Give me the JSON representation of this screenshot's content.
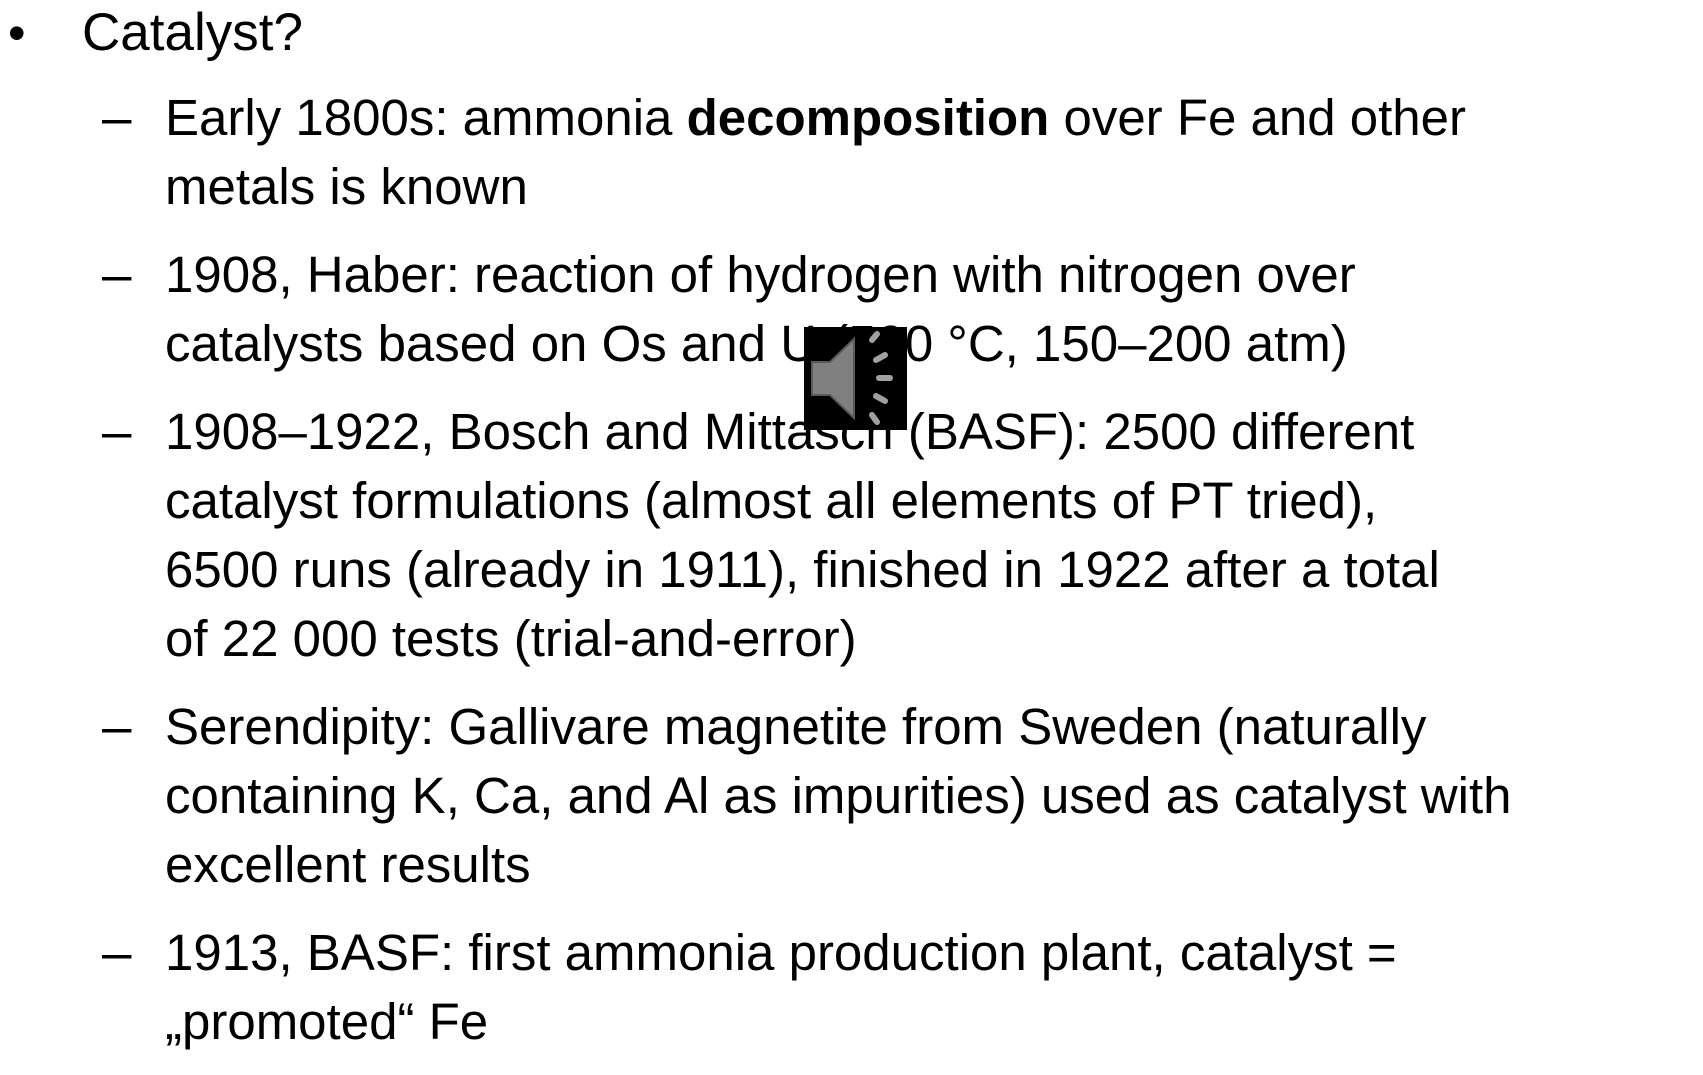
{
  "slide": {
    "bullet_glyph": "•",
    "dash_glyph": "–",
    "heading": "Catalyst?",
    "items": [
      {
        "lines": [
          [
            {
              "text": "Early 1800s: ammonia ",
              "bold": false
            },
            {
              "text": "decomposition",
              "bold": true
            },
            {
              "text": " over Fe and other",
              "bold": false
            }
          ],
          [
            {
              "text": "metals is known",
              "bold": false
            }
          ]
        ]
      },
      {
        "lines": [
          [
            {
              "text": "1908, Haber: reaction of hydrogen with nitrogen over",
              "bold": false
            }
          ],
          [
            {
              "text": "catalysts based on Os and U (500 °C, 150–200 atm)",
              "bold": false
            }
          ]
        ]
      },
      {
        "lines": [
          [
            {
              "text": "1908–1922, Bosch and Mittasch (BASF): 2500 different",
              "bold": false
            }
          ],
          [
            {
              "text": "catalyst formulations (almost all elements of PT tried),",
              "bold": false
            }
          ],
          [
            {
              "text": "6500 runs (already in 1911), finished in 1922 after a total",
              "bold": false
            }
          ],
          [
            {
              "text": "of 22 000 tests (trial-and-error)",
              "bold": false
            }
          ]
        ]
      },
      {
        "lines": [
          [
            {
              "text": "Serendipity: Gallivare magnetite from Sweden (naturally",
              "bold": false
            }
          ],
          [
            {
              "text": "containing K, Ca, and Al as impurities) used as catalyst with",
              "bold": false
            }
          ],
          [
            {
              "text": "excellent results",
              "bold": false
            }
          ]
        ]
      },
      {
        "lines": [
          [
            {
              "text": "1913, BASF: first ammonia production plant, catalyst =",
              "bold": false
            }
          ],
          [
            {
              "text": "„promoted“ Fe",
              "bold": false
            }
          ]
        ]
      }
    ]
  },
  "audio": {
    "icon": "speaker-icon",
    "background": "#000000",
    "icon_color": "#808080"
  }
}
